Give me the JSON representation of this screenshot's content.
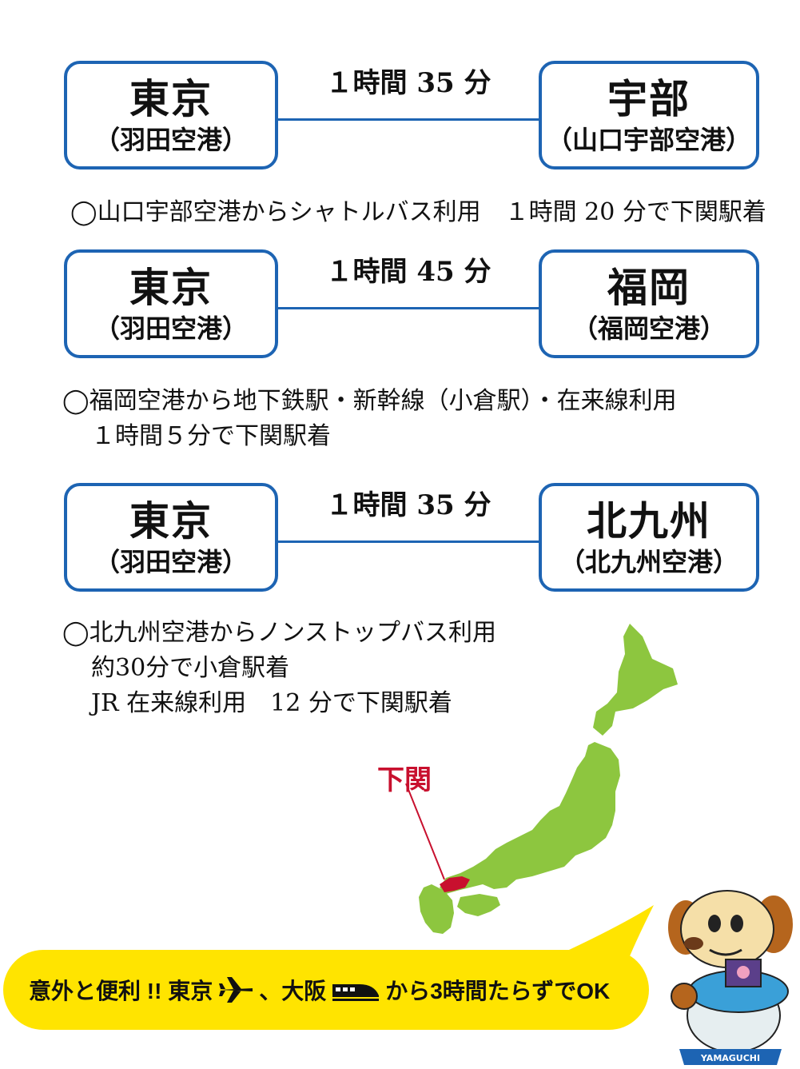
{
  "routes": [
    {
      "origin": {
        "city": "東京",
        "airport": "（羽田空港）"
      },
      "duration": "１時間 35 分",
      "destination": {
        "city": "宇部",
        "airport": "（山口宇部空港）"
      },
      "note_lines": [
        "◯山口宇部空港からシャトルバス利用　１時間 20 分で下関駅着"
      ]
    },
    {
      "origin": {
        "city": "東京",
        "airport": "（羽田空港）"
      },
      "duration": "１時間 45 分",
      "destination": {
        "city": "福岡",
        "airport": "（福岡空港）"
      },
      "note_lines": [
        "◯福岡空港から地下鉄駅・新幹線（小倉駅）・在来線利用",
        "１時間５分で下関駅着"
      ]
    },
    {
      "origin": {
        "city": "東京",
        "airport": "（羽田空港）"
      },
      "duration": "１時間 35 分",
      "destination": {
        "city": "北九州",
        "airport": "（北九州空港）"
      },
      "note_lines": [
        "◯北九州空港からノンストップバス利用",
        "約30分で小倉駅着",
        "JR 在来線利用　12 分で下関駅着"
      ]
    }
  ],
  "map": {
    "label": "下関",
    "land_color": "#8dc63f",
    "highlight_color": "#c8102e"
  },
  "banner": {
    "part1": "意外と便利 !!  東京",
    "part2": "、大阪",
    "part3": "から3時間たらずでOK",
    "icons": [
      "airplane-icon",
      "shinkansen-icon"
    ],
    "color": "#ffe400"
  },
  "mascot": {
    "badge_text": "YAMAGUCHI"
  },
  "colors": {
    "border": "#1d64b3"
  }
}
